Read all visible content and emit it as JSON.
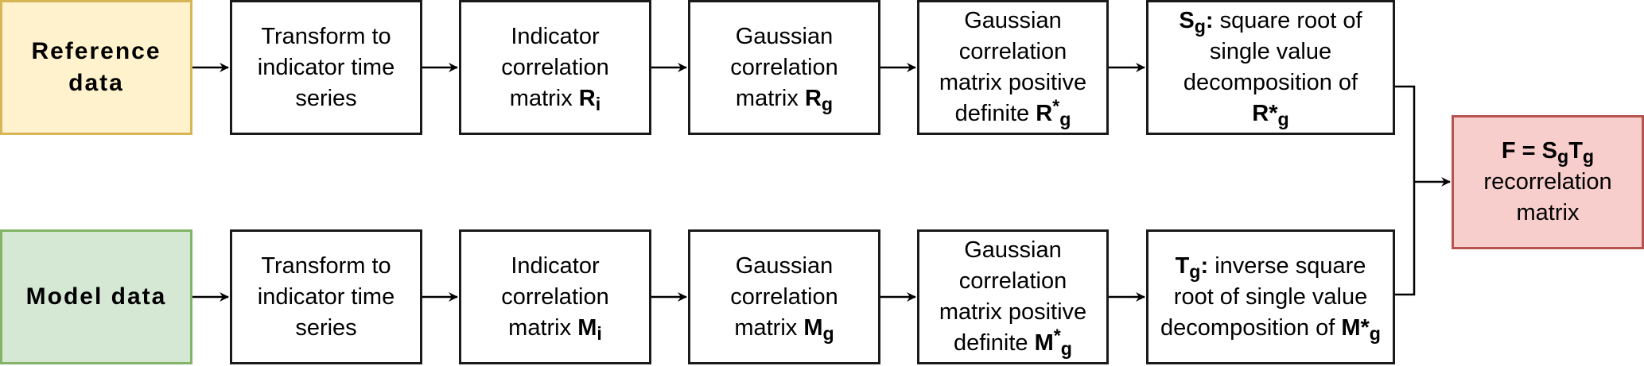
{
  "diagram": {
    "colors": {
      "reference_fill": "#fff2cc",
      "reference_border": "#d6b656",
      "model_fill": "#d5e8d4",
      "model_border": "#82b366",
      "result_fill": "#f8cecc",
      "result_border": "#b85450",
      "line": "#000000"
    },
    "top_row": {
      "source": {
        "line1": "Reference",
        "line2": "data"
      },
      "transform": {
        "text": "Transform to indicator time series"
      },
      "indicator": {
        "text": "Indicator correlation matrix",
        "sym": "R",
        "sub": "i"
      },
      "gaussian": {
        "text": "Gaussian correlation matrix",
        "sym": "R",
        "sub": "g"
      },
      "pd": {
        "text1": "Gaussian correlation matrix positive",
        "text2": "definite",
        "sym": "R",
        "sup": "*",
        "sub": "g"
      },
      "svd": {
        "label_sym": "S",
        "label_sub": "g",
        "colon": ":",
        "text": "square root of single value decomposition of",
        "sym": "R*",
        "sub": "g"
      }
    },
    "bottom_row": {
      "source": {
        "line1": "Model data"
      },
      "transform": {
        "text": "Transform to indicator time series"
      },
      "indicator": {
        "text": "Indicator correlation matrix",
        "sym": "M",
        "sub": "i"
      },
      "gaussian": {
        "text": "Gaussian correlation matrix",
        "sym": "M",
        "sub": "g"
      },
      "pd": {
        "text1": "Gaussian correlation matrix positive",
        "text2": "definite",
        "sym": "M",
        "sup": "*",
        "sub": "g"
      },
      "svd": {
        "label_sym": "T",
        "label_sub": "g",
        "colon": ":",
        "text": "inverse square root of single value decomposition of",
        "sym": "M*",
        "sub": "g"
      }
    },
    "result": {
      "lhs": "F = ",
      "s": "S",
      "s_sub": "g",
      "t": "T",
      "t_sub": "g",
      "text": "recorrelation matrix"
    }
  }
}
